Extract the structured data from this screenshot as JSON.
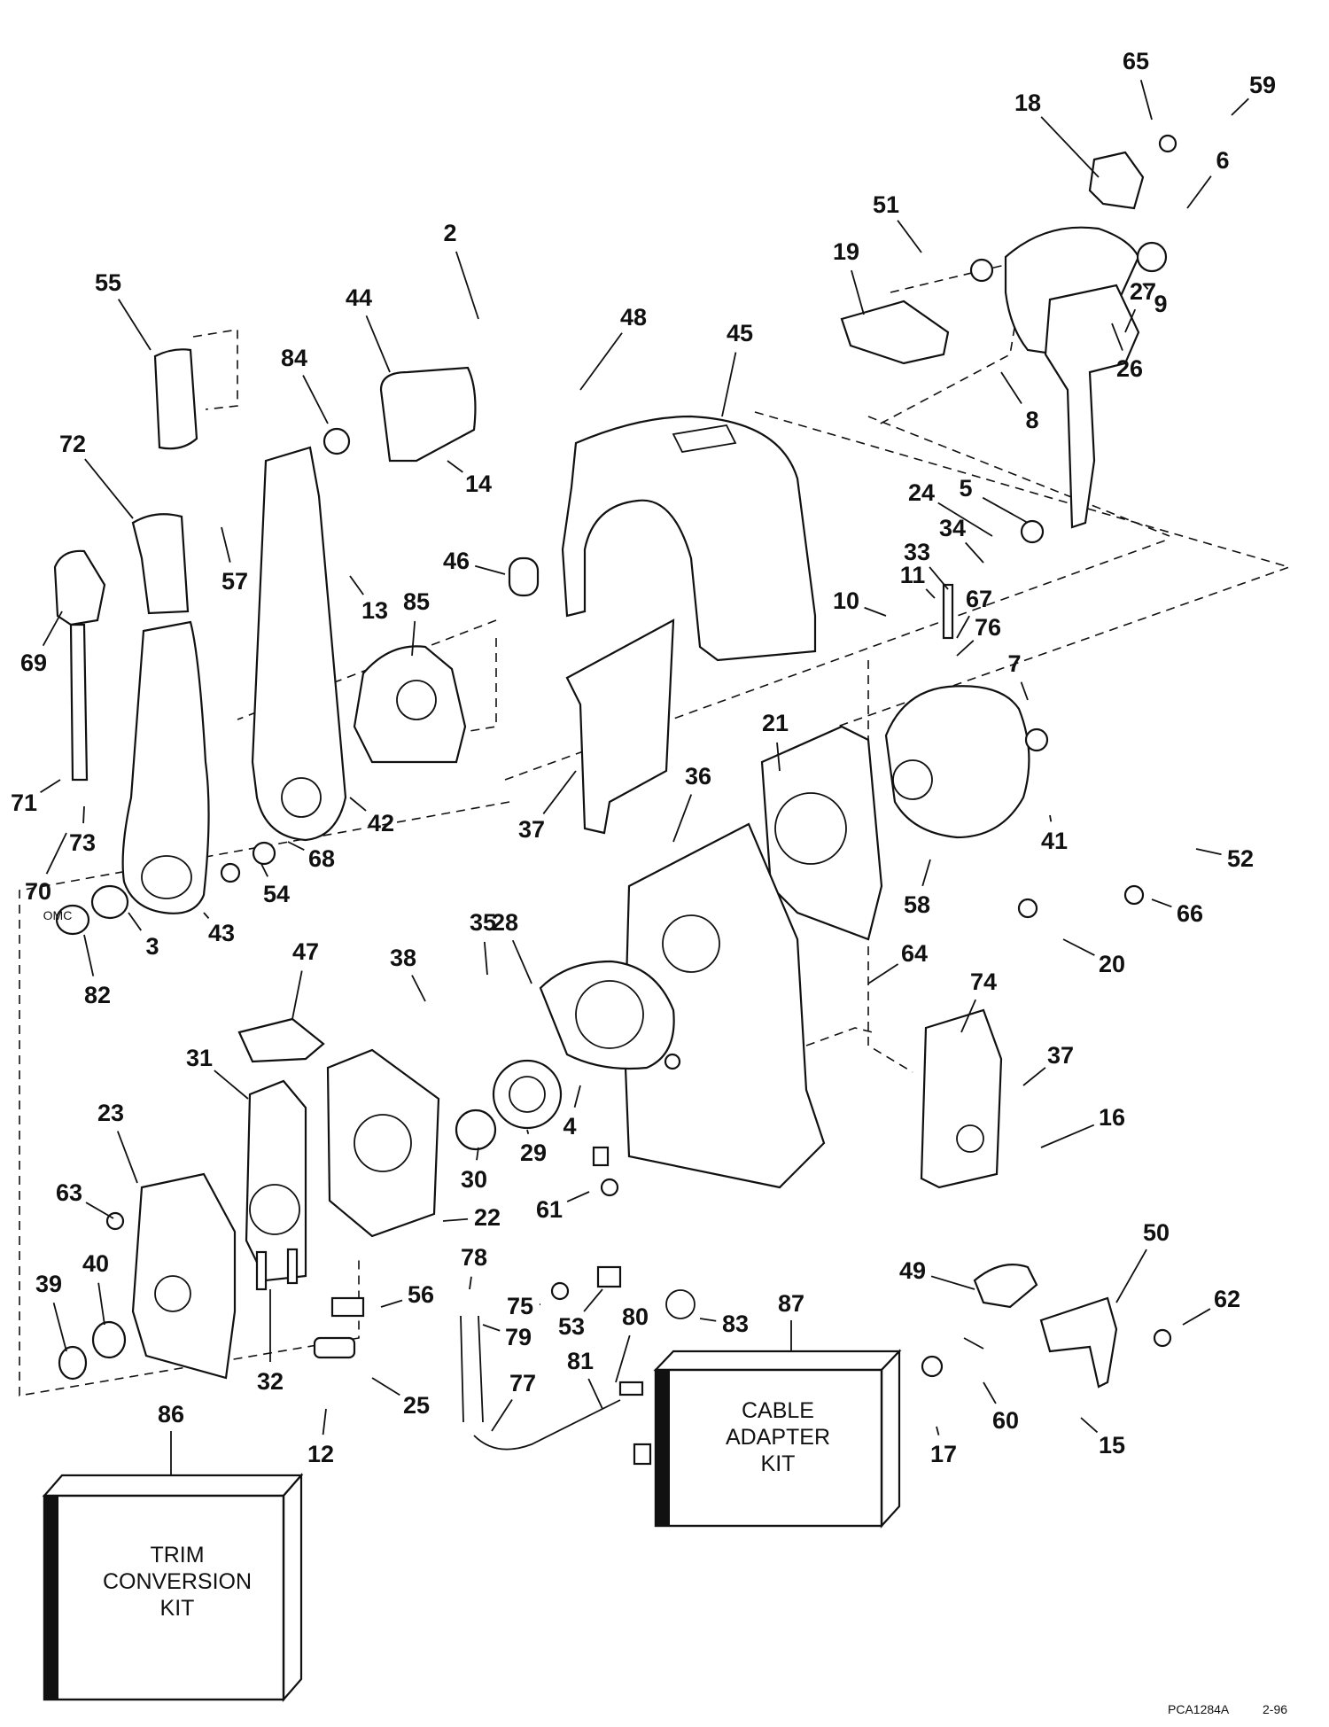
{
  "diagram": {
    "type": "exploded-parts-diagram",
    "reference_code": "PCA1284A",
    "revision": "2-96",
    "kits": [
      {
        "number": "86",
        "lines": [
          "TRIM",
          "CONVERSION",
          "KIT"
        ]
      },
      {
        "number": "87",
        "lines": [
          "CABLE",
          "ADAPTER",
          "KIT"
        ]
      }
    ],
    "callouts": [
      "2",
      "3",
      "4",
      "5",
      "6",
      "7",
      "8",
      "9",
      "10",
      "11",
      "12",
      "13",
      "14",
      "15",
      "16",
      "17",
      "18",
      "19",
      "20",
      "21",
      "22",
      "23",
      "24",
      "25",
      "26",
      "27",
      "28",
      "29",
      "30",
      "31",
      "32",
      "33",
      "34",
      "35",
      "36",
      "37",
      "38",
      "39",
      "40",
      "41",
      "42",
      "43",
      "44",
      "45",
      "46",
      "47",
      "48",
      "49",
      "50",
      "51",
      "52",
      "53",
      "54",
      "55",
      "56",
      "57",
      "58",
      "59",
      "60",
      "61",
      "62",
      "63",
      "64",
      "65",
      "66",
      "67",
      "68",
      "69",
      "70",
      "71",
      "72",
      "73",
      "74",
      "75",
      "76",
      "77",
      "78",
      "79",
      "80",
      "81",
      "82",
      "83",
      "84",
      "85"
    ],
    "extra_callouts": [
      "37"
    ],
    "part_marking": "OMC",
    "colors": {
      "ink": "#111111",
      "paper": "#ffffff"
    }
  }
}
